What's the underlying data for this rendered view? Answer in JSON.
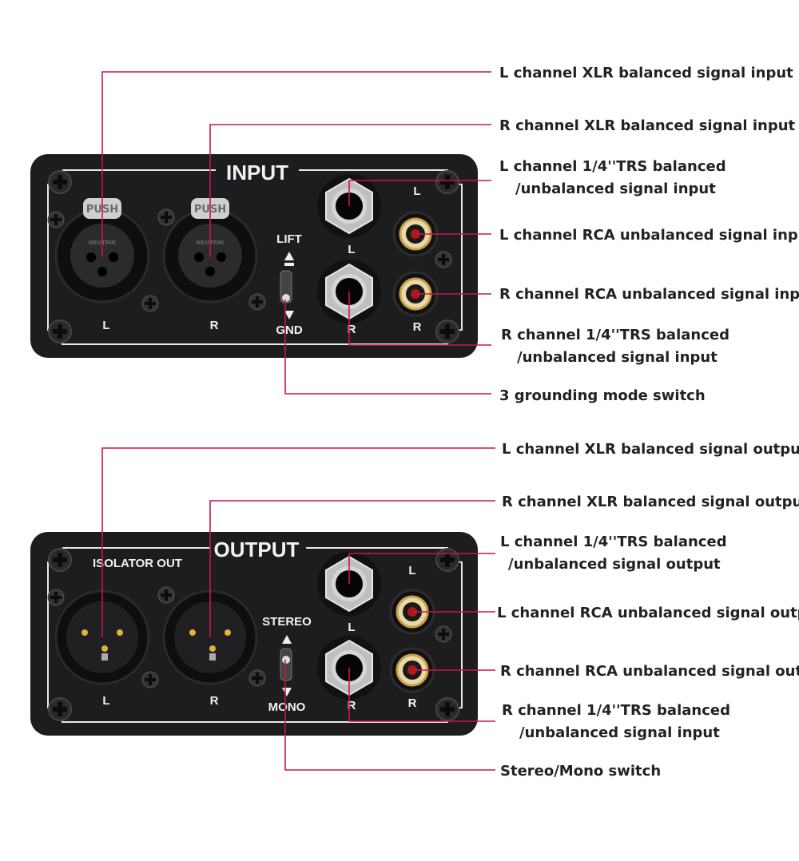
{
  "colors": {
    "leader": "#c8174a",
    "panel": "#1d1d1f",
    "text": "#222222"
  },
  "input_panel": {
    "title": "INPUT",
    "brand": "NEUTRIK",
    "latch": "PUSH",
    "xlr_left": "L",
    "xlr_right": "R",
    "trs_left": "L",
    "trs_right": "R",
    "rca_left": "L",
    "rca_right": "R",
    "switch_top": "LIFT",
    "switch_bottom": "GND",
    "callouts": [
      {
        "line1": "L channel XLR balanced signal input"
      },
      {
        "line1": "R channel XLR balanced signal input"
      },
      {
        "line1": "L channel 1/4''TRS balanced",
        "line2": "/unbalanced signal input"
      },
      {
        "line1": "L channel RCA unbalanced signal input"
      },
      {
        "line1": "R channel RCA unbalanced signal input"
      },
      {
        "line1": "R channel 1/4''TRS balanced",
        "line2": "/unbalanced signal input"
      },
      {
        "line1": "3 grounding mode switch"
      }
    ]
  },
  "output_panel": {
    "title": "OUTPUT",
    "subtitle": "ISOLATOR OUT",
    "xlr_left": "L",
    "xlr_right": "R",
    "trs_left": "L",
    "trs_right": "R",
    "rca_left": "L",
    "rca_right": "R",
    "switch_top": "STEREO",
    "switch_bottom": "MONO",
    "callouts": [
      {
        "line1": "L channel XLR balanced signal output"
      },
      {
        "line1": "R channel XLR balanced signal output"
      },
      {
        "line1": "L channel 1/4''TRS balanced",
        "line2": "/unbalanced signal output"
      },
      {
        "line1": "L channel RCA unbalanced signal output"
      },
      {
        "line1": "R channel RCA unbalanced signal output"
      },
      {
        "line1": "R channel 1/4''TRS balanced",
        "line2": "/unbalanced signal input"
      },
      {
        "line1": "Stereo/Mono switch"
      }
    ]
  }
}
